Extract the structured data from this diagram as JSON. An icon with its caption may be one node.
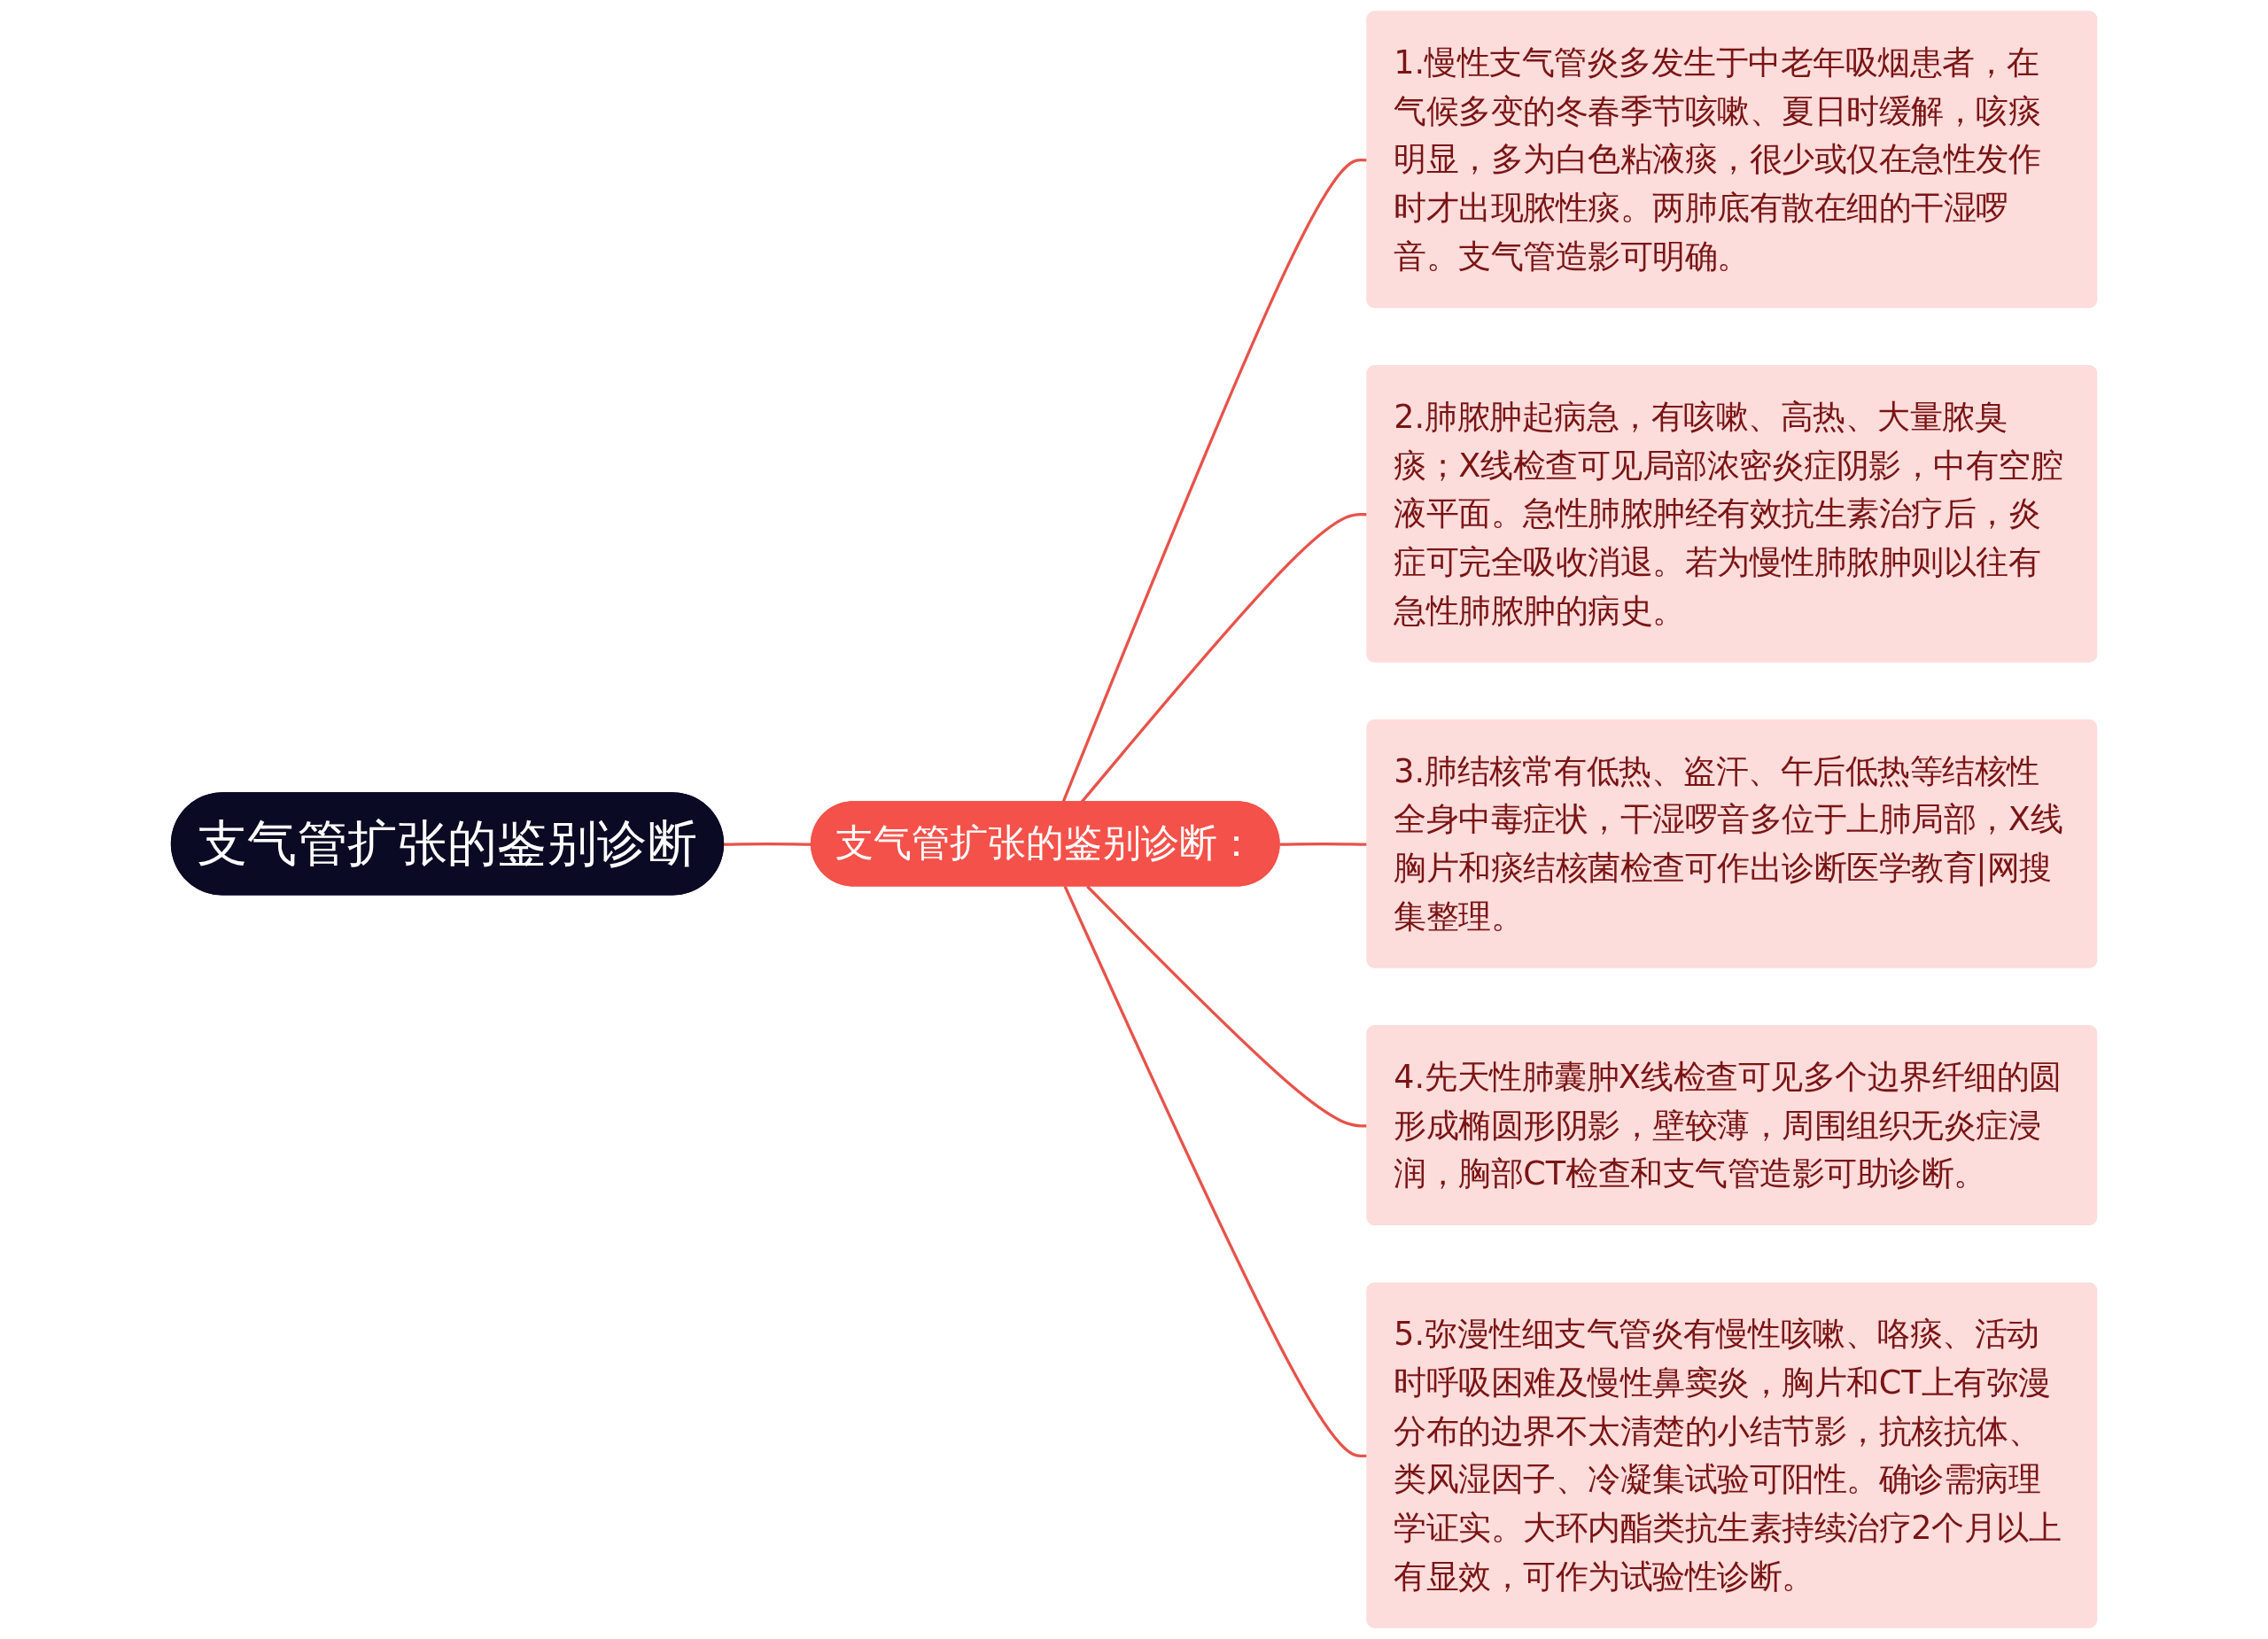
{
  "diagram": {
    "nodes": [
      {
        "text": [
          "支气管扩张的鉴别诊断"
        ]
      },
      {
        "text": [
          "支气管扩张的鉴别诊断："
        ]
      },
      {
        "text": [
          "1.慢性支气管炎多发生于中老年吸烟患者，在气候多变的冬春季节咳嗽、夏日时缓解，咳痰明显，多为白色粘液痰，很少或仅在急性发作时才出现脓性痰。两肺底有散在细的干湿啰音。支气管造影可明确。"
        ]
      },
      {
        "text": [
          "2.肺脓肿起病急，有咳嗽、高热、大量脓臭痰；X线检查可见局部浓密炎症阴影，中有空腔液平面。急性肺脓肿经有效抗生素治疗后，炎症可完全吸收消退。若为慢性肺脓肿则以往有急性肺脓肿的病史。"
        ]
      },
      {
        "text": [
          "3.肺结核常有低热、盗汗、午后低热等结核性全身中毒症状，干湿啰音多位于上肺局部，X线胸片和痰结核菌检查可作出诊断医学教育|网搜集整理。"
        ]
      },
      {
        "text": [
          "4.先天性肺囊肿X线检查可见多个边界纤细的圆形成椭圆形阴影，壁较薄，周围组织无炎症浸润，胸部CT检查和支气管造影可助诊断。"
        ]
      },
      {
        "text": [
          "5.弥漫性细支气管炎有慢性咳嗽、咯痰、活动时呼吸困难及慢性鼻窦炎，胸片和CT上有弥漫分布的边界不太清楚的小结节影，抗核抗体、类风湿因子、冷凝集试验可阳性。确诊需病理学证实。大环内酯类抗生素持续治疗2个月以上有显效，可作为试验性诊断。"
        ]
      }
    ],
    "edges": [
      {
        "from": 0,
        "to": 1,
        "arrow": "none"
      },
      {
        "from": 1,
        "to": 2,
        "arrow": "none"
      },
      {
        "from": 1,
        "to": 3,
        "arrow": "none"
      },
      {
        "from": 1,
        "to": 4,
        "arrow": "none"
      },
      {
        "from": 1,
        "to": 5,
        "arrow": "none"
      },
      {
        "from": 1,
        "to": 6,
        "arrow": "none"
      }
    ]
  }
}
